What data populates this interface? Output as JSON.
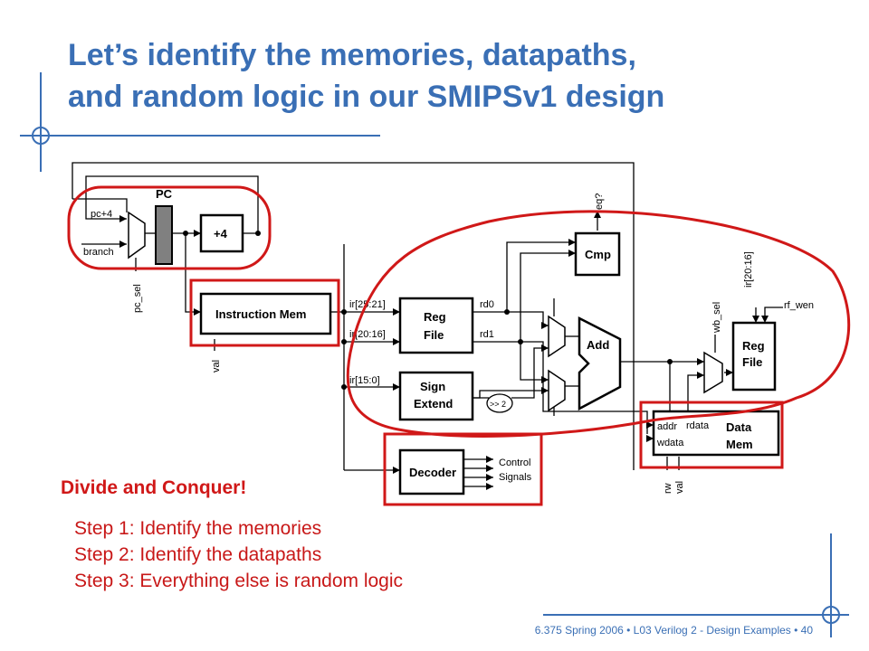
{
  "slide": {
    "title_line1": "Let’s identify the memories, datapaths,",
    "title_line2": "and random logic in our SMIPSv1 design",
    "divide_label": "Divide and Conquer!",
    "steps": [
      "Step 1: Identify the memories",
      "Step 2: Identify the datapaths",
      "Step 3: Everything else is random logic"
    ],
    "footer": "6.375 Spring 2006 • L03 Verilog 2 - Design Examples • 40"
  },
  "diagram": {
    "blocks": {
      "pc": "PC",
      "plus4": "+4",
      "imem": "Instruction Mem",
      "cmp": "Cmp",
      "regfile_line1": "Reg",
      "regfile_line2": "File",
      "signext_line1": "Sign",
      "signext_line2": "Extend",
      "shift": ">> 2",
      "add": "Add",
      "decoder": "Decoder",
      "wb_regfile_line1": "Reg",
      "wb_regfile_line2": "File",
      "dmem_line1": "Data",
      "dmem_line2": "Mem"
    },
    "signals": {
      "pc_plus4": "pc+4",
      "branch": "branch",
      "pc_sel": "pc_sel",
      "val_imem": "val",
      "ir_25_21": "ir[25:21]",
      "ir_20_16": "ir[20:16]",
      "ir_15_0": "ir[15:0]",
      "rd0": "rd0",
      "rd1": "rd1",
      "eq": "eq?",
      "control_line1": "Control",
      "control_line2": "Signals",
      "wb_sel": "wb_sel",
      "ir_20_16_top": "ir[20:16]",
      "rf_wen": "rf_wen",
      "addr": "addr",
      "rdata": "rdata",
      "wdata": "wdata",
      "rw": "rw",
      "val_dmem": "val"
    },
    "colors": {
      "title": "#3a6fb5",
      "highlight": "#d01818",
      "wire": "#000000",
      "pc_register": "#808080",
      "decoration": "#3a6fb5"
    }
  }
}
